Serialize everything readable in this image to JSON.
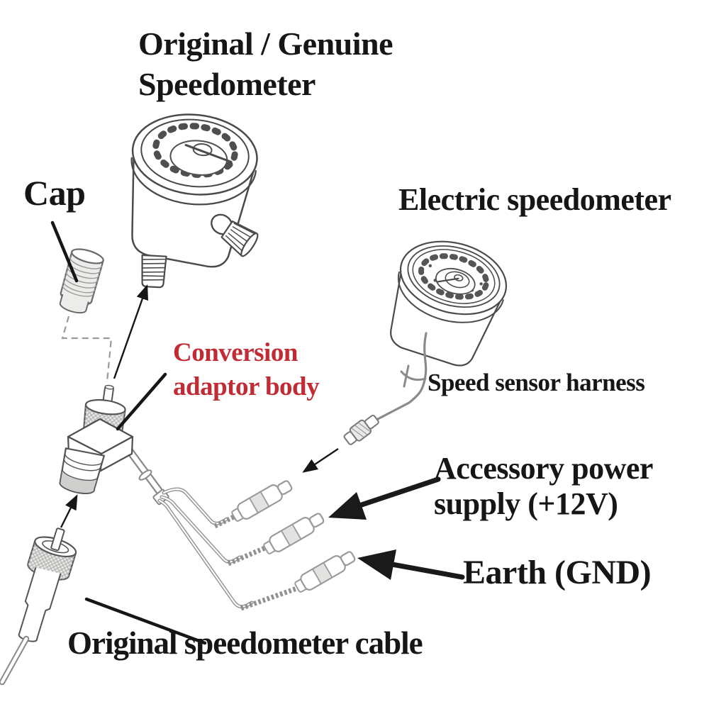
{
  "page": {
    "description": "Speedometer conversion adaptor installation diagram",
    "background": "#ffffff"
  },
  "labels": {
    "title": {
      "line1": "Original / Genuine",
      "line2": "Speedometer"
    },
    "cap": "Cap",
    "electric_speedometer": "Electric speedometer",
    "conversion_adaptor": {
      "line1": "Conversion",
      "line2": "adaptor body"
    },
    "speed_sensor_harness": "Speed sensor harness",
    "accessory_power": {
      "line1": "Accessory power",
      "line2": "supply (+12V)"
    },
    "earth": "Earth (GND)",
    "original_cable": "Original speedometer cable"
  },
  "colors": {
    "ink": "#161616",
    "accent_red": "#c22b33",
    "part_outline_dark": "#4a4a4a",
    "part_outline_gray": "#8a8a8a",
    "knurl_fill": "#e8e8e6",
    "shade_gray": "#cfcfcd",
    "background": "#ffffff"
  }
}
